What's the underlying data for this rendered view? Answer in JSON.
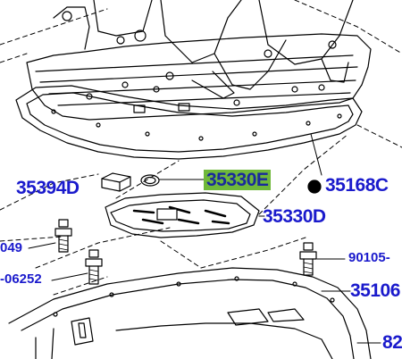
{
  "callouts": {
    "gasket_ring": "35330E",
    "plug": "35394D",
    "magnet": "35168C",
    "strainer": "35330D",
    "bolt_left_a": "049",
    "bolt_left_b": "-06252",
    "bolt_right": "90105-",
    "oil_pan": "35106",
    "edge_number": "82"
  },
  "colors": {
    "ink": "#1a1acc",
    "highlight": "#6fb83a",
    "line": "#000000"
  }
}
